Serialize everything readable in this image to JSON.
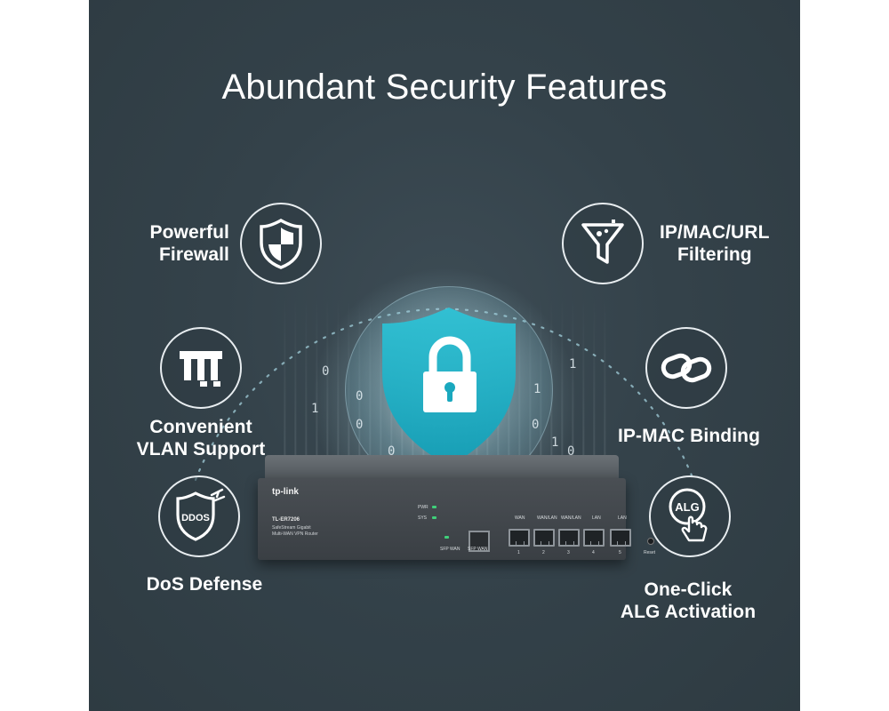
{
  "title": "Abundant Security Features",
  "features": {
    "firewall": {
      "label_line1": "Powerful",
      "label_line2": "Firewall",
      "icon": "shield-icon"
    },
    "vlan": {
      "label_line1": "Convenient",
      "label_line2": "VLAN Support",
      "icon": "vlan-icon"
    },
    "ddos": {
      "label": "DoS Defense",
      "icon_text": "DDOS",
      "icon": "ddos-shield-icon"
    },
    "filtering": {
      "label_line1": "IP/MAC/URL",
      "label_line2": "Filtering",
      "icon": "filter-funnel-icon"
    },
    "binding": {
      "label": "IP-MAC Binding",
      "icon": "chain-link-icon"
    },
    "alg": {
      "label_line1": "One-Click",
      "label_line2": "ALG Activation",
      "icon_text": "ALG",
      "icon": "alg-touch-icon"
    }
  },
  "router": {
    "brand": "tp-link",
    "model": "TL-ER7206",
    "desc_line1": "SafeStream Gigabit",
    "desc_line2": "Multi-WAN VPN Router",
    "pwr": "PWR",
    "sys": "SYS",
    "sfp_wan_label": "SFP WAN",
    "sfp_port_label": "SFP WAN",
    "port_labels": [
      "WAN",
      "WAN/LAN",
      "WAN/LAN",
      "LAN",
      "LAN"
    ],
    "port_numbers": [
      "1",
      "2",
      "3",
      "4",
      "5"
    ],
    "reset": "Reset"
  },
  "colors": {
    "background": "#34424a",
    "shield_cyan": "#1fb3c8",
    "text": "#ffffff"
  }
}
